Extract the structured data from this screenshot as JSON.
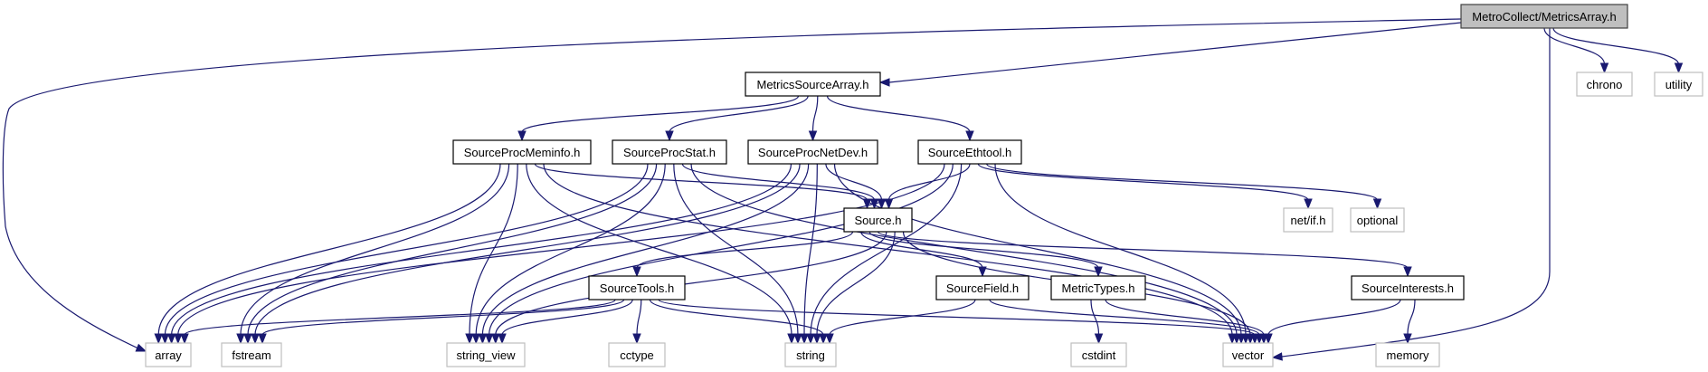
{
  "graph": {
    "title": "MetroCollect/MetricsArray.h include dependency graph",
    "colors": {
      "edge": "#191970",
      "root_fill": "#bfbfbf",
      "root_border": "#404040",
      "local_border": "#000000",
      "system_border": "#bfbfbf"
    },
    "nodes": [
      {
        "id": "root",
        "label": "MetroCollect/MetricsArray.h",
        "kind": "root"
      },
      {
        "id": "msa",
        "label": "MetricsSourceArray.h",
        "kind": "local"
      },
      {
        "id": "chrono",
        "label": "chrono",
        "kind": "system"
      },
      {
        "id": "utility",
        "label": "utility",
        "kind": "system"
      },
      {
        "id": "meminfo",
        "label": "SourceProcMeminfo.h",
        "kind": "local"
      },
      {
        "id": "stat",
        "label": "SourceProcStat.h",
        "kind": "local"
      },
      {
        "id": "netdev",
        "label": "SourceProcNetDev.h",
        "kind": "local"
      },
      {
        "id": "ethtool",
        "label": "SourceEthtool.h",
        "kind": "local"
      },
      {
        "id": "source",
        "label": "Source.h",
        "kind": "local"
      },
      {
        "id": "netif",
        "label": "net/if.h",
        "kind": "system"
      },
      {
        "id": "optional",
        "label": "optional",
        "kind": "system"
      },
      {
        "id": "tools",
        "label": "SourceTools.h",
        "kind": "local"
      },
      {
        "id": "field",
        "label": "SourceField.h",
        "kind": "local"
      },
      {
        "id": "mtypes",
        "label": "MetricTypes.h",
        "kind": "local"
      },
      {
        "id": "interests",
        "label": "SourceInterests.h",
        "kind": "local"
      },
      {
        "id": "array",
        "label": "array",
        "kind": "system"
      },
      {
        "id": "fstream",
        "label": "fstream",
        "kind": "system"
      },
      {
        "id": "string_view",
        "label": "string_view",
        "kind": "system"
      },
      {
        "id": "cctype",
        "label": "cctype",
        "kind": "system"
      },
      {
        "id": "string",
        "label": "string",
        "kind": "system"
      },
      {
        "id": "cstdint",
        "label": "cstdint",
        "kind": "system"
      },
      {
        "id": "vector",
        "label": "vector",
        "kind": "system"
      },
      {
        "id": "memory",
        "label": "memory",
        "kind": "system"
      }
    ],
    "edges": [
      [
        "root",
        "array"
      ],
      [
        "root",
        "msa"
      ],
      [
        "root",
        "chrono"
      ],
      [
        "root",
        "utility"
      ],
      [
        "root",
        "vector"
      ],
      [
        "msa",
        "meminfo"
      ],
      [
        "msa",
        "stat"
      ],
      [
        "msa",
        "netdev"
      ],
      [
        "msa",
        "ethtool"
      ],
      [
        "meminfo",
        "array"
      ],
      [
        "meminfo",
        "fstream"
      ],
      [
        "meminfo",
        "string_view"
      ],
      [
        "meminfo",
        "string"
      ],
      [
        "meminfo",
        "source"
      ],
      [
        "meminfo",
        "vector"
      ],
      [
        "stat",
        "array"
      ],
      [
        "stat",
        "fstream"
      ],
      [
        "stat",
        "string_view"
      ],
      [
        "stat",
        "string"
      ],
      [
        "stat",
        "source"
      ],
      [
        "stat",
        "vector"
      ],
      [
        "netdev",
        "array"
      ],
      [
        "netdev",
        "fstream"
      ],
      [
        "netdev",
        "string_view"
      ],
      [
        "netdev",
        "string"
      ],
      [
        "netdev",
        "source"
      ],
      [
        "netdev",
        "vector"
      ],
      [
        "ethtool",
        "array"
      ],
      [
        "ethtool",
        "string_view"
      ],
      [
        "ethtool",
        "string"
      ],
      [
        "ethtool",
        "source"
      ],
      [
        "ethtool",
        "netif"
      ],
      [
        "ethtool",
        "optional"
      ],
      [
        "ethtool",
        "vector"
      ],
      [
        "source",
        "tools"
      ],
      [
        "source",
        "field"
      ],
      [
        "source",
        "mtypes"
      ],
      [
        "source",
        "interests"
      ],
      [
        "source",
        "string_view"
      ],
      [
        "source",
        "string"
      ],
      [
        "source",
        "vector"
      ],
      [
        "tools",
        "array"
      ],
      [
        "tools",
        "fstream"
      ],
      [
        "tools",
        "string_view"
      ],
      [
        "tools",
        "cctype"
      ],
      [
        "tools",
        "string"
      ],
      [
        "tools",
        "vector"
      ],
      [
        "field",
        "string"
      ],
      [
        "field",
        "vector"
      ],
      [
        "mtypes",
        "cstdint"
      ],
      [
        "mtypes",
        "vector"
      ],
      [
        "interests",
        "vector"
      ],
      [
        "interests",
        "memory"
      ]
    ]
  }
}
